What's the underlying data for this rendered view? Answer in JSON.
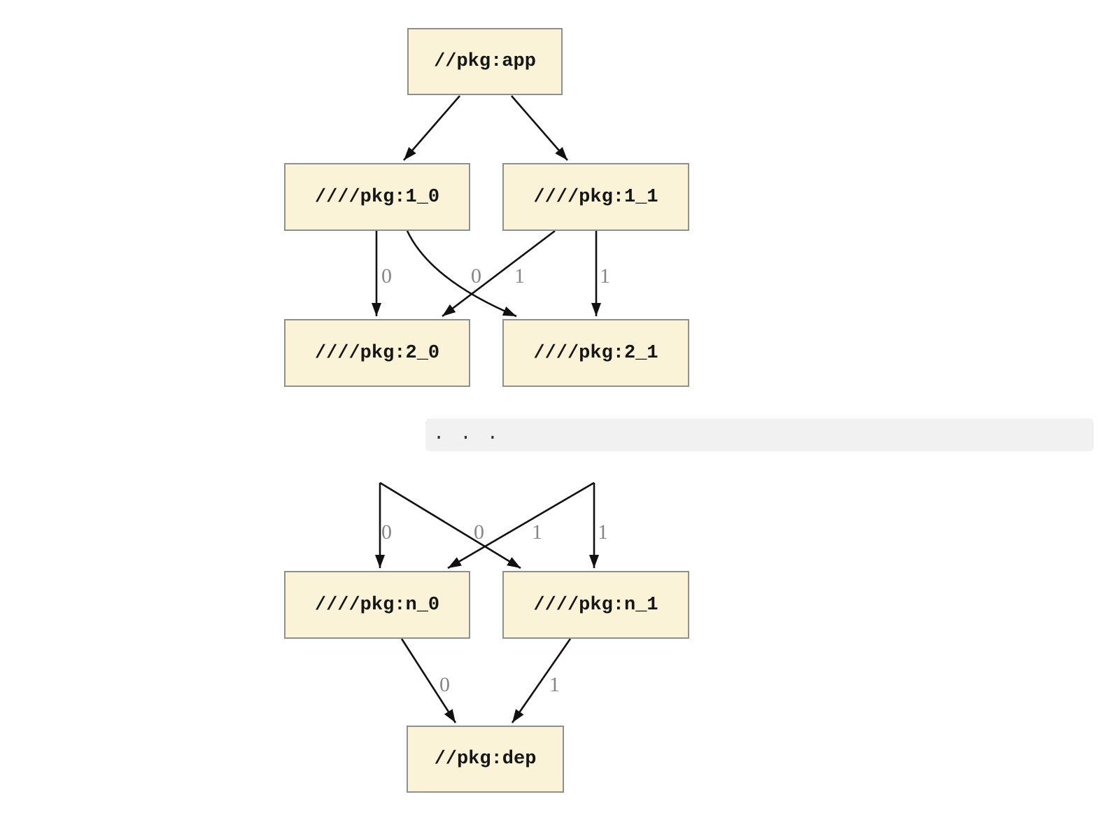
{
  "nodes": [
    {
      "id": "app",
      "label": "//pkg:app"
    },
    {
      "id": "1_0",
      "label": "////pkg:1_0"
    },
    {
      "id": "1_1",
      "label": "////pkg:1_1"
    },
    {
      "id": "2_0",
      "label": "////pkg:2_0"
    },
    {
      "id": "2_1",
      "label": "////pkg:2_1"
    },
    {
      "id": "n_0",
      "label": "////pkg:n_0"
    },
    {
      "id": "n_1",
      "label": "////pkg:n_1"
    },
    {
      "id": "dep",
      "label": "//pkg:dep"
    }
  ],
  "edges": [
    {
      "from": "//pkg:app",
      "to": "////pkg:1_0",
      "label": ""
    },
    {
      "from": "//pkg:app",
      "to": "////pkg:1_1",
      "label": ""
    },
    {
      "from": "////pkg:1_0",
      "to": "////pkg:2_0",
      "label": "0"
    },
    {
      "from": "////pkg:1_1",
      "to": "////pkg:2_0",
      "label": "0"
    },
    {
      "from": "////pkg:1_0",
      "to": "////pkg:2_1",
      "label": "1"
    },
    {
      "from": "////pkg:1_1",
      "to": "////pkg:2_1",
      "label": "1"
    },
    {
      "from": "…",
      "to": "////pkg:n_0",
      "label": "0"
    },
    {
      "from": "…",
      "to": "////pkg:n_0",
      "label": "0"
    },
    {
      "from": "…",
      "to": "////pkg:n_1",
      "label": "1"
    },
    {
      "from": "…",
      "to": "////pkg:n_1",
      "label": "1"
    },
    {
      "from": "////pkg:n_0",
      "to": "//pkg:dep",
      "label": "0"
    },
    {
      "from": "////pkg:n_1",
      "to": "//pkg:dep",
      "label": "1"
    }
  ],
  "ellipsis": ". . .",
  "colors": {
    "node_fill": "#fbf3d8",
    "node_border": "#8b9191",
    "edge_stroke": "#111111",
    "edge_label": "#868686",
    "band_background": "#f1f1f1",
    "background": "#ffffff"
  }
}
